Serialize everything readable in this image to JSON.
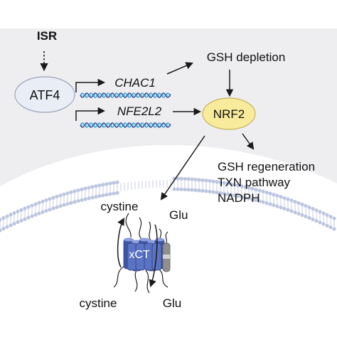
{
  "labels": {
    "isr": "ISR",
    "atf4": "ATF4",
    "chac1": "CHAC1",
    "nfe2l2": "NFE2L2",
    "gsh_depletion": "GSH depletion",
    "nrf2": "NRF2",
    "gsh_regeneration": "GSH regeneration",
    "txn_pathway": "TXN pathway",
    "nadph": "NADPH",
    "cystine_in": "cystine",
    "glu_in": "Glu",
    "xct": "xCT",
    "cystine_out": "cystine",
    "glu_out": "Glu"
  },
  "colors": {
    "cell_fill": "#eeeef1",
    "membrane_dot": "#bcc6e0",
    "membrane_line": "#c8cfe4",
    "atf4_fill": "#e9edf6",
    "atf4_stroke": "#9aa3b8",
    "nrf2_fill": "#f8eb9c",
    "nrf2_stroke": "#c9b35a",
    "xct_blue": "#5b73c3",
    "xct_blue_dark": "#3f56a6",
    "gray_subunit": "#8f8f8f",
    "dna_blue": "#3a9bd8",
    "dna_dark": "#2b3f7a",
    "arrow": "#1a1a1a"
  },
  "icons": [
    "dna-icon",
    "xct-transporter-icon",
    "membrane-icon"
  ]
}
